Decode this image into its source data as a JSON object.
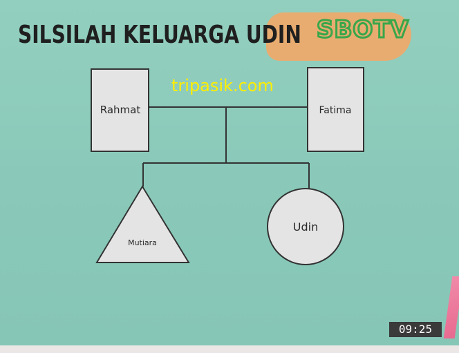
{
  "title": "SILSILAH KELUARGA UDIN",
  "channel_logo": "SBOTV",
  "watermark": "tripasik.com",
  "clock": "09:25",
  "nodes": {
    "father": {
      "label": "Rahmat",
      "shape": "rectangle"
    },
    "mother": {
      "label": "Fatima",
      "shape": "rectangle"
    },
    "child1": {
      "label": "Mutiara",
      "shape": "triangle"
    },
    "child2": {
      "label": "Udin",
      "shape": "circle"
    }
  },
  "colors": {
    "background": "#8ccbbb",
    "node_fill": "#e4e4e4",
    "line": "#333333",
    "logo_green": "#3aa64a",
    "logo_blob": "#f2a867",
    "watermark": "#ffee00"
  }
}
